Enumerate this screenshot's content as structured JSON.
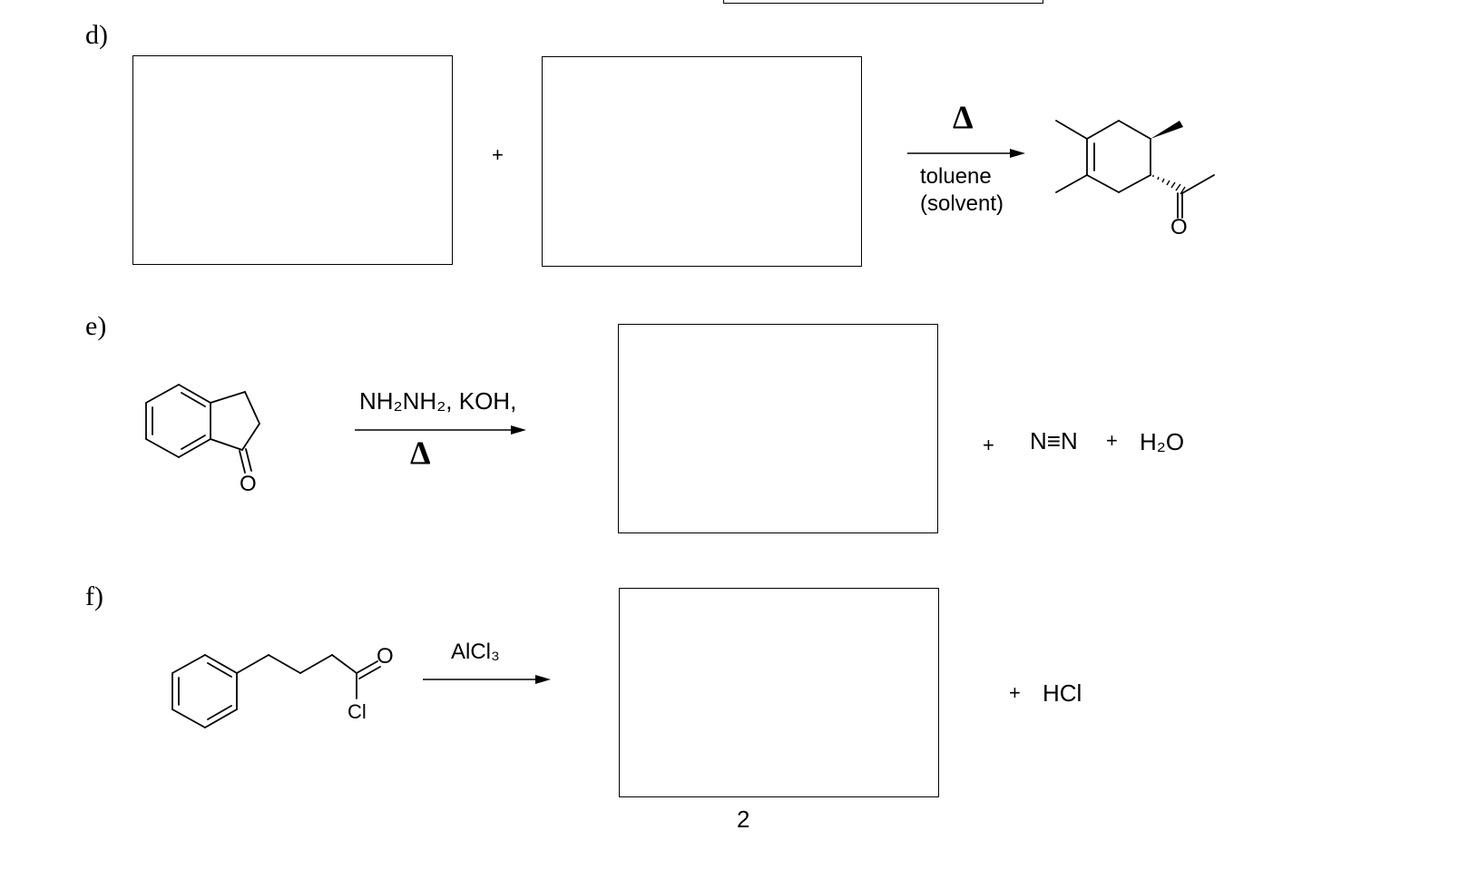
{
  "problems": [
    {
      "label": "d)",
      "plus": "+",
      "reagent_top": "Δ",
      "reagent_bottom_line1": "toluene",
      "reagent_bottom_line2": "(solvent)",
      "product_atom": "O"
    },
    {
      "label": "e)",
      "reactant_atom": "O",
      "reagent_top": "NH₂NH₂, KOH,",
      "reagent_bottom": "Δ",
      "byproducts": {
        "plus1": "+",
        "nitrogen": "N≡N",
        "plus2": "+",
        "water": "H₂O"
      }
    },
    {
      "label": "f)",
      "reactant_atom_o": "O",
      "reactant_atom_cl": "Cl",
      "reagent_top": "AlCl₃",
      "byproducts": {
        "plus": "+",
        "hcl": "HCl"
      }
    }
  ],
  "page_number": "2"
}
